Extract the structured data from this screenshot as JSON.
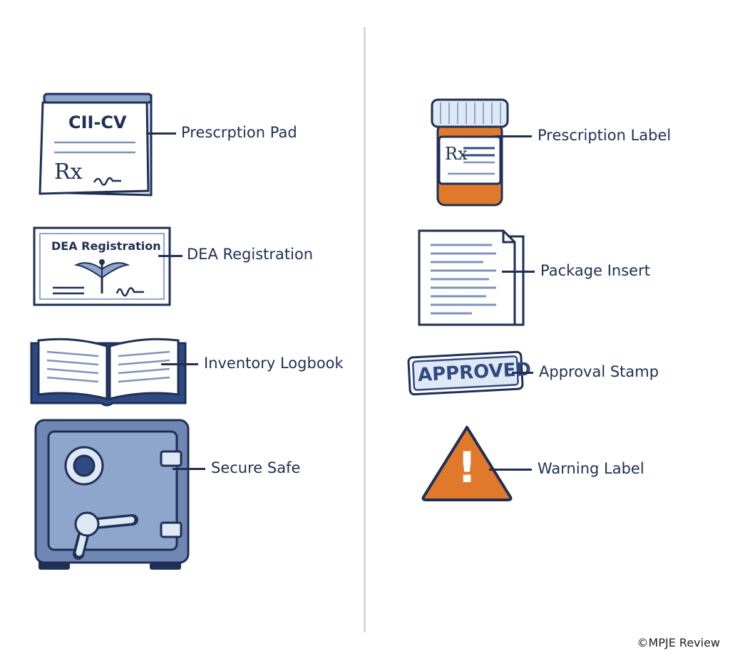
{
  "items": {
    "prescription_pad": {
      "label": "Prescrption Pad",
      "pad_heading": "CII-CV",
      "rx_symbol": "Rx"
    },
    "dea_registration": {
      "label": "DEA Registration",
      "certificate_heading": "DEA Registration"
    },
    "inventory_logbook": {
      "label": "Inventory Logbook"
    },
    "secure_safe": {
      "label": "Secure Safe"
    },
    "prescription_label": {
      "label": "Prescription Label",
      "rx_symbol": "Rx"
    },
    "package_insert": {
      "label": "Package Insert"
    },
    "approval_stamp": {
      "label": "Approval Stamp",
      "stamp_text": "APPROVED"
    },
    "warning_label": {
      "label": "Warning Label",
      "symbol": "!"
    }
  },
  "footer": {
    "credit": "©MPJE Review"
  },
  "colors": {
    "navy": "#1f2f55",
    "steel_blue": "#8ea6cc",
    "light_blue": "#dfe8f5",
    "orange": "#e07a2a",
    "paper": "#f7f9fc"
  }
}
